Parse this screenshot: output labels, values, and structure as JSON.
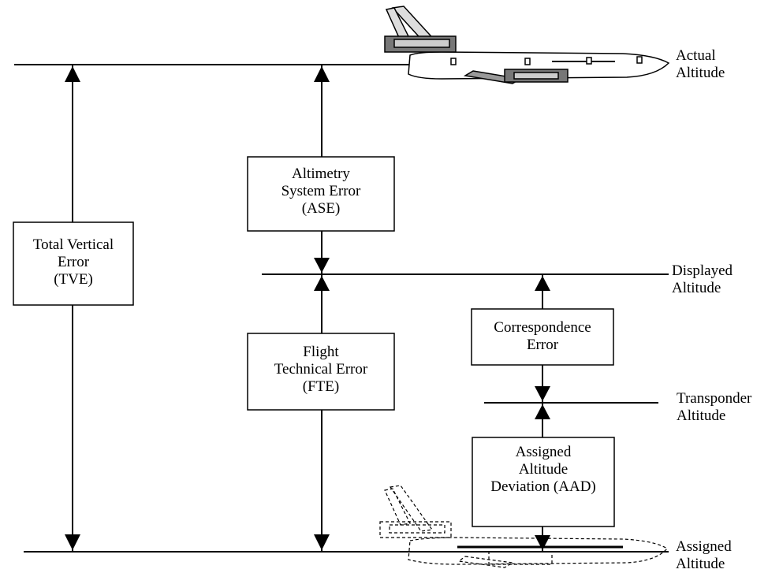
{
  "labels": {
    "actual_altitude": "Actual\nAltitude",
    "displayed_altitude": "Displayed\nAltitude",
    "transponder_altitude": "Transponder\nAltitude",
    "assigned_altitude": "Assigned\nAltitude"
  },
  "boxes": {
    "tve": "Total Vertical\nError\n(TVE)",
    "ase": "Altimetry\nSystem Error\n(ASE)",
    "fte": "Flight\nTechnical Error\n(FTE)",
    "correspondence": "Correspondence\nError",
    "aad": "Assigned\nAltitude\nDeviation (AAD)"
  },
  "icons": {
    "actual_aircraft": "aircraft-solid-icon",
    "assigned_aircraft": "aircraft-dashed-icon"
  }
}
